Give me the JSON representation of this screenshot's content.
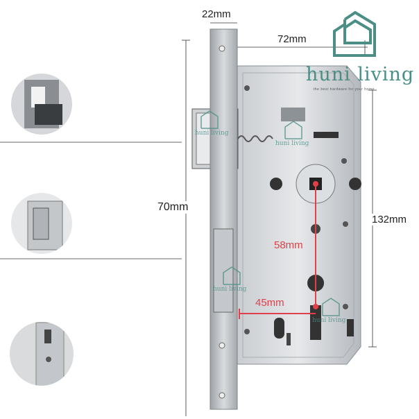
{
  "dimensions": {
    "faceplate_width": "22mm",
    "backset_depth": "72mm",
    "overall_height": "70mm",
    "case_height": "132mm",
    "center_distance": "58mm",
    "backset": "45mm"
  },
  "brand": {
    "name": "huni living",
    "tagline": "the best hardware for your home",
    "color": "#4a8e86"
  },
  "accent_color": "#e0404a"
}
